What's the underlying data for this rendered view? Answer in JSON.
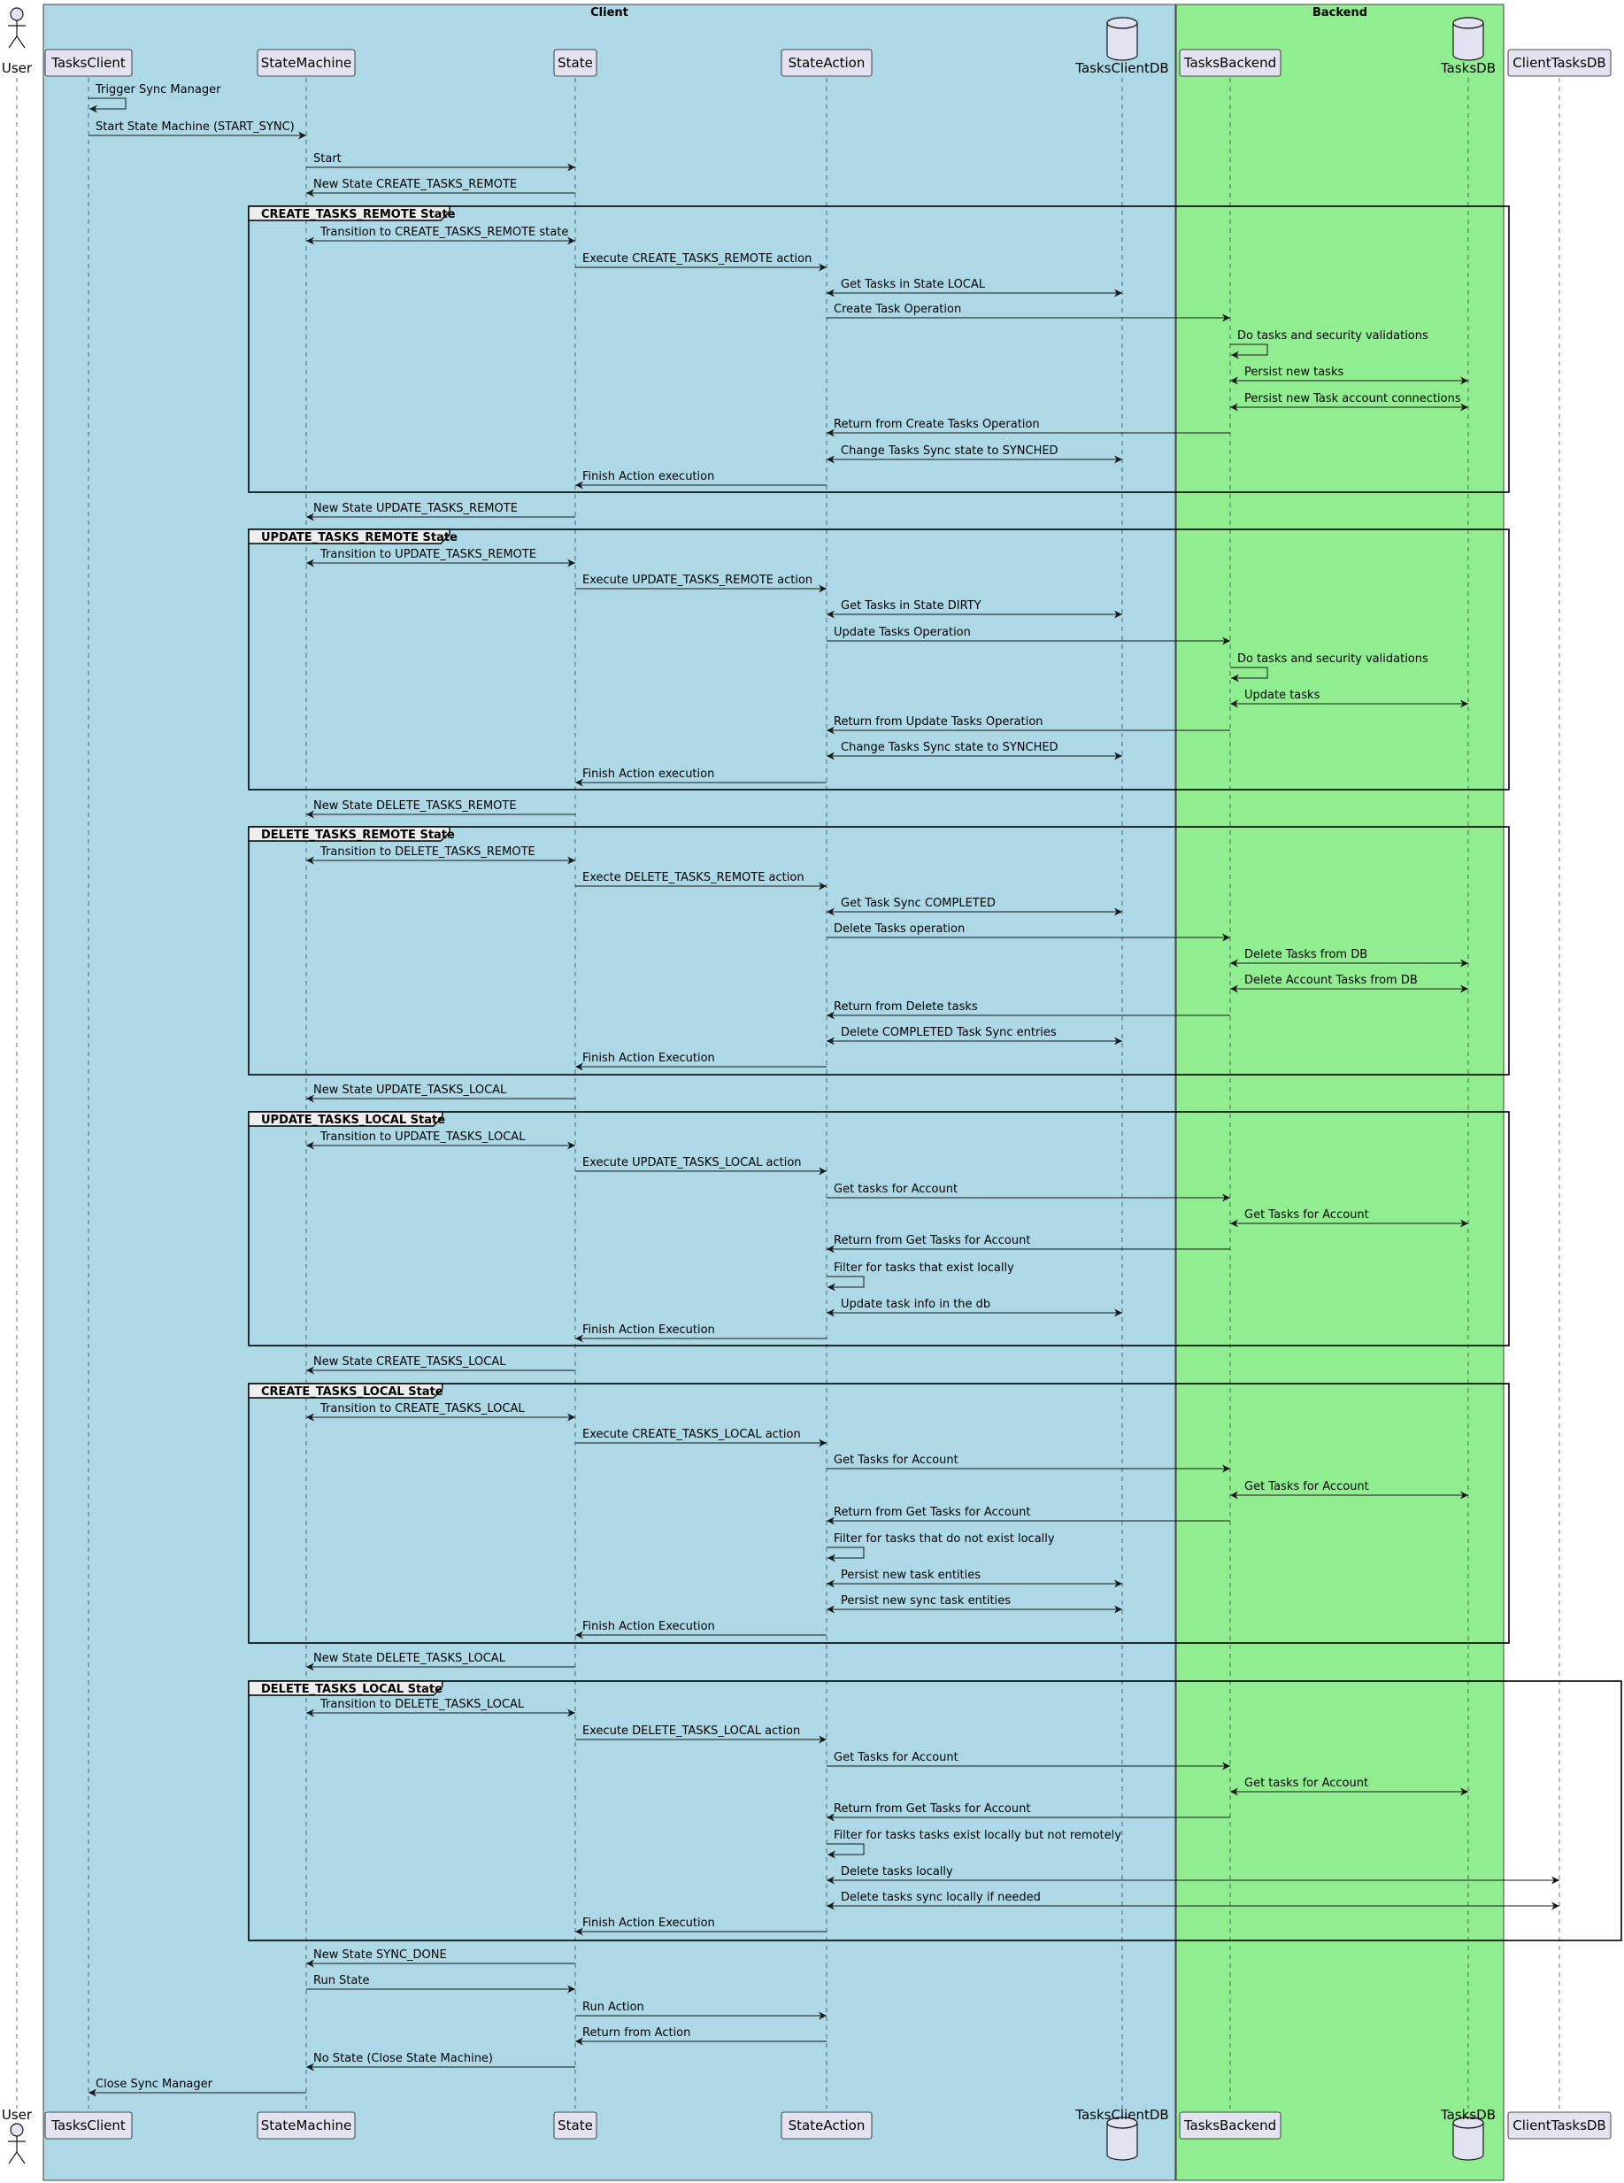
{
  "boxes": [
    {
      "id": "client",
      "title": "Client",
      "color": "#ADD8E6"
    },
    {
      "id": "backend",
      "title": "Backend",
      "color": "#90EE90"
    }
  ],
  "participants": [
    {
      "id": "user",
      "label": "User",
      "kind": "actor"
    },
    {
      "id": "tc",
      "label": "TasksClient",
      "kind": "participant"
    },
    {
      "id": "sm",
      "label": "StateMachine",
      "kind": "participant"
    },
    {
      "id": "st",
      "label": "State",
      "kind": "participant"
    },
    {
      "id": "sa",
      "label": "StateAction",
      "kind": "participant"
    },
    {
      "id": "tcdb",
      "label": "TasksClientDB",
      "kind": "database"
    },
    {
      "id": "tb",
      "label": "TasksBackend",
      "kind": "participant"
    },
    {
      "id": "tdb",
      "label": "TasksDB",
      "kind": "database"
    },
    {
      "id": "ctdb",
      "label": "ClientTasksDB",
      "kind": "participant"
    }
  ],
  "groups": [
    {
      "label": "CREATE_TASKS_REMOTE State"
    },
    {
      "label": "UPDATE_TASKS_REMOTE State"
    },
    {
      "label": "DELETE_TASKS_REMOTE State"
    },
    {
      "label": "UPDATE_TASKS_LOCAL State"
    },
    {
      "label": "CREATE_TASKS_LOCAL State"
    },
    {
      "label": "DELETE_TASKS_LOCAL State"
    }
  ],
  "messages": [
    {
      "from": "tc",
      "to": "tc",
      "label": "Trigger Sync Manager"
    },
    {
      "from": "tc",
      "to": "sm",
      "label": "Start State Machine (START_SYNC)"
    },
    {
      "from": "sm",
      "to": "st",
      "label": "Start"
    },
    {
      "from": "st",
      "to": "sm",
      "label": "New State CREATE_TASKS_REMOTE"
    },
    {
      "from": "sm",
      "to": "st",
      "label": "Transition to CREATE_TASKS_REMOTE state",
      "bi": true
    },
    {
      "from": "st",
      "to": "sa",
      "label": "Execute CREATE_TASKS_REMOTE action"
    },
    {
      "from": "sa",
      "to": "tcdb",
      "label": "Get Tasks in State LOCAL",
      "bi": true
    },
    {
      "from": "sa",
      "to": "tb",
      "label": "Create Task Operation"
    },
    {
      "from": "tb",
      "to": "tb",
      "label": "Do tasks and security validations"
    },
    {
      "from": "tb",
      "to": "tdb",
      "label": "Persist new tasks",
      "bi": true
    },
    {
      "from": "tb",
      "to": "tdb",
      "label": "Persist new Task account connections",
      "bi": true
    },
    {
      "from": "tb",
      "to": "sa",
      "label": "Return from Create Tasks Operation"
    },
    {
      "from": "sa",
      "to": "tcdb",
      "label": "Change Tasks Sync state to SYNCHED",
      "bi": true
    },
    {
      "from": "sa",
      "to": "st",
      "label": "Finish Action execution"
    },
    {
      "from": "st",
      "to": "sm",
      "label": "New State UPDATE_TASKS_REMOTE"
    },
    {
      "from": "sm",
      "to": "st",
      "label": "Transition to UPDATE_TASKS_REMOTE",
      "bi": true
    },
    {
      "from": "st",
      "to": "sa",
      "label": "Execute UPDATE_TASKS_REMOTE action"
    },
    {
      "from": "sa",
      "to": "tcdb",
      "label": "Get Tasks in State DIRTY",
      "bi": true
    },
    {
      "from": "sa",
      "to": "tb",
      "label": "Update Tasks Operation"
    },
    {
      "from": "tb",
      "to": "tb",
      "label": "Do tasks and security validations"
    },
    {
      "from": "tb",
      "to": "tdb",
      "label": "Update tasks",
      "bi": true
    },
    {
      "from": "tb",
      "to": "sa",
      "label": "Return from Update Tasks Operation"
    },
    {
      "from": "sa",
      "to": "tcdb",
      "label": "Change Tasks Sync state to SYNCHED",
      "bi": true
    },
    {
      "from": "sa",
      "to": "st",
      "label": "Finish Action execution"
    },
    {
      "from": "st",
      "to": "sm",
      "label": "New State DELETE_TASKS_REMOTE"
    },
    {
      "from": "sm",
      "to": "st",
      "label": "Transition to DELETE_TASKS_REMOTE",
      "bi": true
    },
    {
      "from": "st",
      "to": "sa",
      "label": "Execte DELETE_TASKS_REMOTE action"
    },
    {
      "from": "sa",
      "to": "tcdb",
      "label": "Get Task Sync COMPLETED",
      "bi": true
    },
    {
      "from": "sa",
      "to": "tb",
      "label": "Delete Tasks operation"
    },
    {
      "from": "tb",
      "to": "tdb",
      "label": "Delete Tasks from DB",
      "bi": true
    },
    {
      "from": "tb",
      "to": "tdb",
      "label": "Delete Account Tasks from DB",
      "bi": true
    },
    {
      "from": "tb",
      "to": "sa",
      "label": "Return from Delete tasks"
    },
    {
      "from": "sa",
      "to": "tcdb",
      "label": "Delete COMPLETED Task Sync entries",
      "bi": true
    },
    {
      "from": "sa",
      "to": "st",
      "label": "Finish Action Execution"
    },
    {
      "from": "st",
      "to": "sm",
      "label": "New State UPDATE_TASKS_LOCAL"
    },
    {
      "from": "sm",
      "to": "st",
      "label": "Transition to UPDATE_TASKS_LOCAL",
      "bi": true
    },
    {
      "from": "st",
      "to": "sa",
      "label": "Execute UPDATE_TASKS_LOCAL action"
    },
    {
      "from": "sa",
      "to": "tb",
      "label": "Get tasks for Account"
    },
    {
      "from": "tb",
      "to": "tdb",
      "label": "Get Tasks for Account",
      "bi": true
    },
    {
      "from": "tb",
      "to": "sa",
      "label": "Return from Get Tasks for Account"
    },
    {
      "from": "sa",
      "to": "sa",
      "label": "Filter for tasks that exist locally"
    },
    {
      "from": "sa",
      "to": "tcdb",
      "label": "Update task info in the db",
      "bi": true
    },
    {
      "from": "sa",
      "to": "st",
      "label": "Finish Action Execution"
    },
    {
      "from": "st",
      "to": "sm",
      "label": "New State CREATE_TASKS_LOCAL"
    },
    {
      "from": "sm",
      "to": "st",
      "label": "Transition to CREATE_TASKS_LOCAL",
      "bi": true
    },
    {
      "from": "st",
      "to": "sa",
      "label": "Execute CREATE_TASKS_LOCAL action"
    },
    {
      "from": "sa",
      "to": "tb",
      "label": "Get Tasks for Account"
    },
    {
      "from": "tb",
      "to": "tdb",
      "label": "Get Tasks for Account",
      "bi": true
    },
    {
      "from": "tb",
      "to": "sa",
      "label": "Return from Get Tasks for Account"
    },
    {
      "from": "sa",
      "to": "sa",
      "label": "Filter for tasks that do not exist locally"
    },
    {
      "from": "sa",
      "to": "tcdb",
      "label": "Persist new task entities",
      "bi": true
    },
    {
      "from": "sa",
      "to": "tcdb",
      "label": "Persist new sync task entities",
      "bi": true
    },
    {
      "from": "sa",
      "to": "st",
      "label": "Finish Action Execution"
    },
    {
      "from": "st",
      "to": "sm",
      "label": "New State DELETE_TASKS_LOCAL"
    },
    {
      "from": "sm",
      "to": "st",
      "label": "Transition to DELETE_TASKS_LOCAL",
      "bi": true
    },
    {
      "from": "st",
      "to": "sa",
      "label": "Execute DELETE_TASKS_LOCAL action"
    },
    {
      "from": "sa",
      "to": "tb",
      "label": "Get Tasks for Account"
    },
    {
      "from": "tb",
      "to": "tdb",
      "label": "Get tasks for Account",
      "bi": true
    },
    {
      "from": "tb",
      "to": "sa",
      "label": "Return from Get Tasks for Account"
    },
    {
      "from": "sa",
      "to": "sa",
      "label": "Filter for tasks tasks exist locally but not remotely"
    },
    {
      "from": "sa",
      "to": "ctdb",
      "label": "Delete tasks locally",
      "bi": true
    },
    {
      "from": "sa",
      "to": "ctdb",
      "label": "Delete tasks sync locally if needed",
      "bi": true
    },
    {
      "from": "sa",
      "to": "st",
      "label": "Finish Action Execution"
    },
    {
      "from": "st",
      "to": "sm",
      "label": "New State SYNC_DONE"
    },
    {
      "from": "sm",
      "to": "st",
      "label": "Run State"
    },
    {
      "from": "st",
      "to": "sa",
      "label": "Run Action"
    },
    {
      "from": "sa",
      "to": "st",
      "label": "Return from Action"
    },
    {
      "from": "st",
      "to": "sm",
      "label": "No State (Close State Machine)"
    },
    {
      "from": "sm",
      "to": "tc",
      "label": "Close Sync Manager"
    }
  ]
}
